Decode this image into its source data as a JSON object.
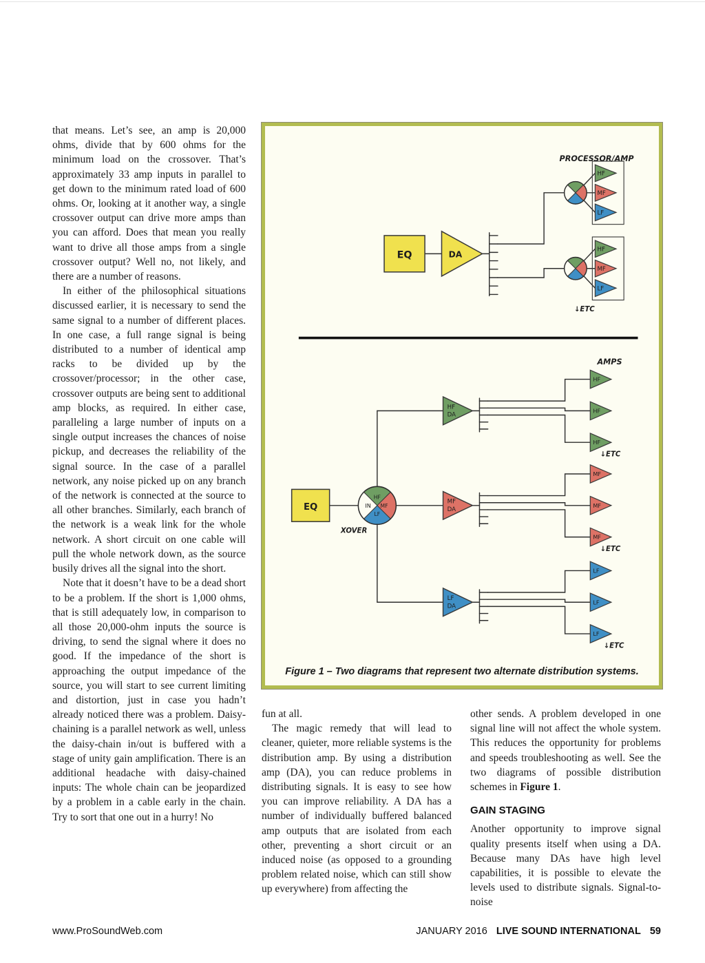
{
  "article": {
    "col1": {
      "p1": "that means. Let’s see, an amp is 20,000 ohms, divide that by 600 ohms for the minimum load on the crossover. That’s approximately 33 amp inputs in parallel to get down to the minimum rated load of 600 ohms. Or, looking at it another way, a single crossover output can drive more amps than you can afford. Does that mean you really want to drive all those amps from a single crossover output? Well no, not likely, and there are a number of reasons.",
      "p2": "In either of the philosophical situations discussed earlier, it is necessary to send the same signal to a number of different places. In one case, a full range signal is being distributed to a number of identical amp racks to be divided up by the crossover/processor; in the other case, crossover outputs are being sent to additional amp blocks, as required. In either case, paralleling a large number of inputs on a single output increases the chances of noise pickup, and decreases the reliability of the signal source. In the case of a parallel network, any noise picked up on any branch of the network is connected at the source to all other branches. Similarly, each branch of the network is a weak link for the whole network. A short circuit on one cable will pull the whole network down, as the source busily drives all the signal into the short.",
      "p3": "Note that it doesn’t have to be a dead short to be a problem. If the short is 1,000 ohms, that is still adequately low, in comparison to all those 20,000-ohm inputs the source is driving, to send the signal where it does no good. If the impedance of the short is approaching the output impedance of the source, you will start to see current limiting and distortion, just in case you hadn’t already noticed there was a problem. Daisy-chaining is a parallel network as well, unless the daisy-chain in/out is buffered with a stage of unity gain amplification. There is an additional headache with daisy-chained inputs: The whole chain can be jeopardized by a problem in a cable early in the chain. Try to sort that one out in a hurry! No"
    },
    "col2": {
      "p1": "fun at all.",
      "p2": "The magic remedy that will lead to cleaner, quieter, more reliable systems is the distribution amp. By using a distribution amp (DA), you can reduce problems in distributing signals. It is easy to see how you can improve reliability. A DA has a number of individually buffered balanced amp outputs that are isolated from each other, preventing a short circuit or an induced noise (as opposed to a grounding problem related noise, which can still show up everywhere) from affecting the"
    },
    "col3": {
      "p1_before": "other sends. A problem developed in one signal line will not affect the whole system. This reduces the opportunity for problems and speeds troubleshooting as well. See the two diagrams of possible distribution schemes in ",
      "p1_bold": "Figure 1",
      "p1_after": ".",
      "heading": "GAIN STAGING",
      "p2": "Another opportunity to improve signal quality presents itself when using a DA. Because many DAs have high level capabilities, it is possible to elevate the levels used to distribute signals. Signal-to-noise"
    }
  },
  "figure": {
    "caption": "Figure 1 – Two diagrams that represent two alternate distribution systems.",
    "labels": {
      "processor_amp": "PROCESSOR/AMP",
      "amps": "AMPS",
      "eq": "EQ",
      "da": "DA",
      "xover": "XOVER",
      "in": "IN",
      "hf": "HF",
      "mf": "MF",
      "lf": "LF",
      "etc": "↓ETC"
    },
    "colors": {
      "yellow": "#f0e14e",
      "green": "#6f9e63",
      "red": "#dd7266",
      "blue": "#3f8fc5",
      "box_border": "#b2bc50"
    }
  },
  "footer": {
    "website": "www.ProSoundWeb.com",
    "date": "JANUARY 2016",
    "magazine": "LIVE SOUND INTERNATIONAL",
    "page_number": "59"
  }
}
